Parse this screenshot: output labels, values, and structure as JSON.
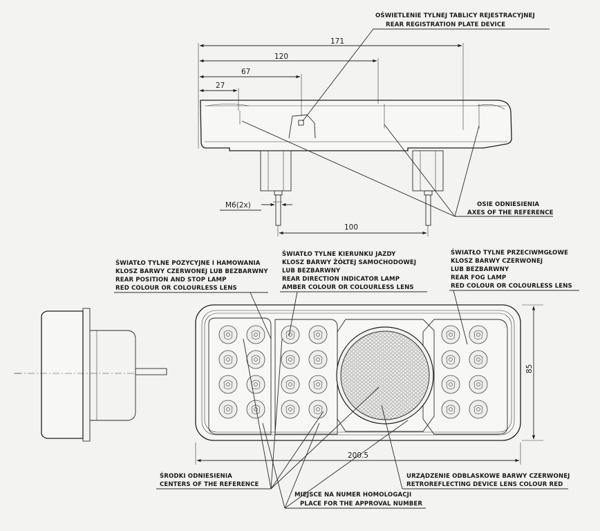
{
  "top_view": {
    "reg_plate_pl": "OŚWIETLENIE TYLNEJ TABLICY REJESTRACYJNEJ",
    "reg_plate_en": "REAR REGISTRATION PLATE DEVICE",
    "dim_171": "171",
    "dim_120": "120",
    "dim_67": "67",
    "dim_27": "27",
    "dim_100": "100",
    "thread": "M6(2x)",
    "axes_pl": "OSIE ODNIESIENIA",
    "axes_en": "AXES OF THE REFERENCE"
  },
  "front_view": {
    "position_stop": [
      "ŚWIATŁO TYLNE POZYCYJNE I HAMOWANIA",
      "KLOSZ BARWY CZERWONEJ LUB BEZBARWNY",
      "REAR POSITION AND STOP LAMP",
      "RED COLOUR  OR COLOURLESS LENS"
    ],
    "direction": [
      "ŚWIATŁO TYLNE KIERUNKU JAZDY",
      "KLOSZ BARWY ŻÓŁTEJ SAMOCHODOWEJ",
      "LUB BEZBARWNY",
      "REAR DIRECTION INDICATOR LAMP",
      "AMBER COLOUR  OR COLOURLESS LENS"
    ],
    "fog": [
      "ŚWIATŁO TYLNE PRZECIWMGŁOWE",
      "KLOSZ BARWY CZERWONEJ",
      "LUB BEZBARWNY",
      "REAR FOG LAMP",
      "RED COLOUR OR COLOURLESS LENS"
    ],
    "dim_85": "85",
    "dim_2005": "200.5",
    "centers_pl": "ŚRODKI ODNIESIENIA",
    "centers_en": "CENTERS OF THE REFERENCE",
    "approval_pl": "MIEJSCE NA NUMER HOMOLOGACJI",
    "approval_en": "PLACE FOR THE APPROVAL NUMBER",
    "reflex_pl": "URZĄDZENIE ODBLASKOWE BARWY CZERWONEJ",
    "reflex_en": "RETROREFLECTING DEVICE LENS COLOUR RED"
  },
  "colors": {
    "line": "#1e1e1e",
    "paper": "#f3f3f1"
  }
}
